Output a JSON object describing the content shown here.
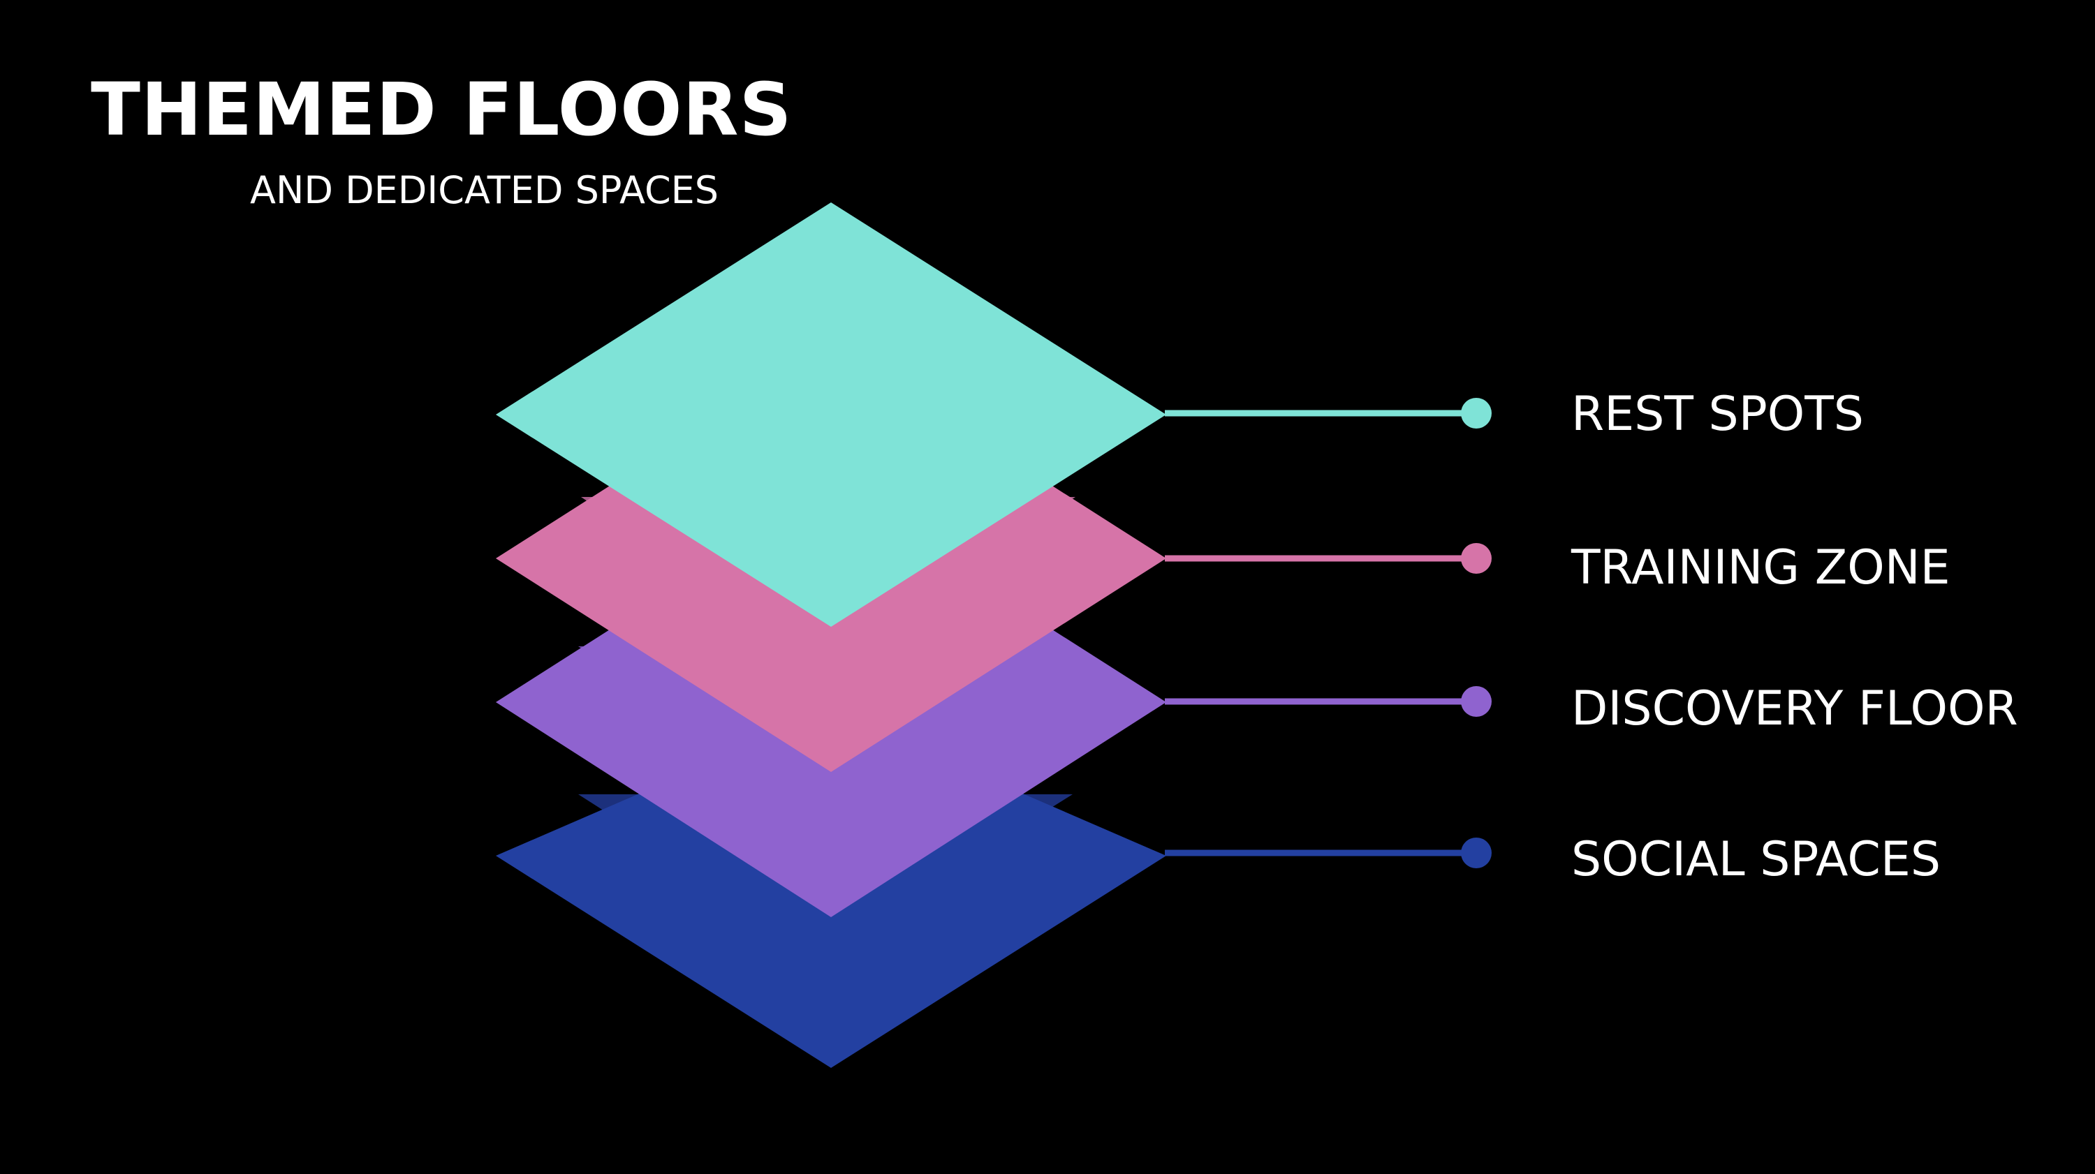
{
  "title": "THEMED FLOORS",
  "subtitle": "AND DEDICATED SPACES",
  "layers": [
    {
      "label": "REST SPOTS",
      "color": "#7fe3d7",
      "shade": "#5fb7ad"
    },
    {
      "label": "TRAINING ZONE",
      "color": "#d674a8",
      "shade": "#a65c88"
    },
    {
      "label": "DISCOVERY FLOOR",
      "color": "#8f63cf",
      "shade": "#6d4aa3"
    },
    {
      "label": "SOCIAL SPACES",
      "color": "#2340a1",
      "shade": "#1c307c"
    }
  ]
}
